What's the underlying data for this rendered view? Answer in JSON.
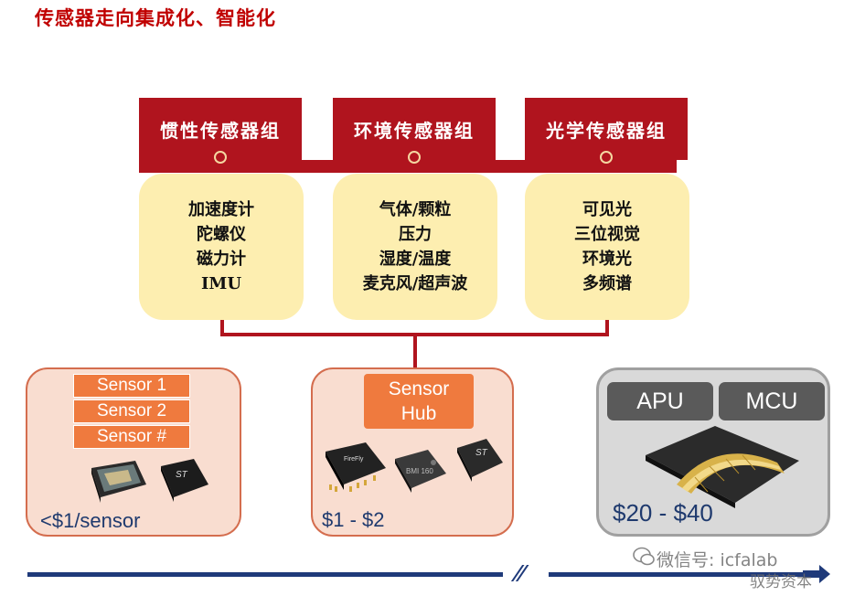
{
  "title": "传感器走向集成化、智能化",
  "groups": [
    {
      "header": "惯性传感器组",
      "items": [
        "加速度计",
        "陀螺仪",
        "磁力计",
        "IMU"
      ]
    },
    {
      "header": "环境传感器组",
      "items": [
        "气体/颗粒",
        "压力",
        "湿度/温度",
        "麦克风/超声波"
      ]
    },
    {
      "header": "光学传感器组",
      "items": [
        "可见光",
        "三位视觉",
        "环境光",
        "多频谱"
      ]
    }
  ],
  "sensors_box": {
    "labels": [
      "Sensor 1",
      "Sensor 2",
      "Sensor #"
    ],
    "price": "<$1/sensor",
    "chip_marks": [
      "",
      "ST"
    ]
  },
  "hub_box": {
    "label_line1": "Sensor",
    "label_line2": "Hub",
    "price": "$1 - $2",
    "chip_marks": [
      "FireFly",
      "BMI 160",
      "ST"
    ]
  },
  "processor_box": {
    "labels": [
      "APU",
      "MCU"
    ],
    "price": "$20 - $40"
  },
  "watermark": {
    "line1": "微信号: icfalab",
    "line2": "驭势资本"
  },
  "colors": {
    "header_red": "#b0141e",
    "box_yellow": "#fdeeb0",
    "label_orange": "#ef7a3e",
    "box_peach": "#f9ddd0",
    "price_navy": "#1f3a6e",
    "processor_gray": "#5a5a5a"
  }
}
